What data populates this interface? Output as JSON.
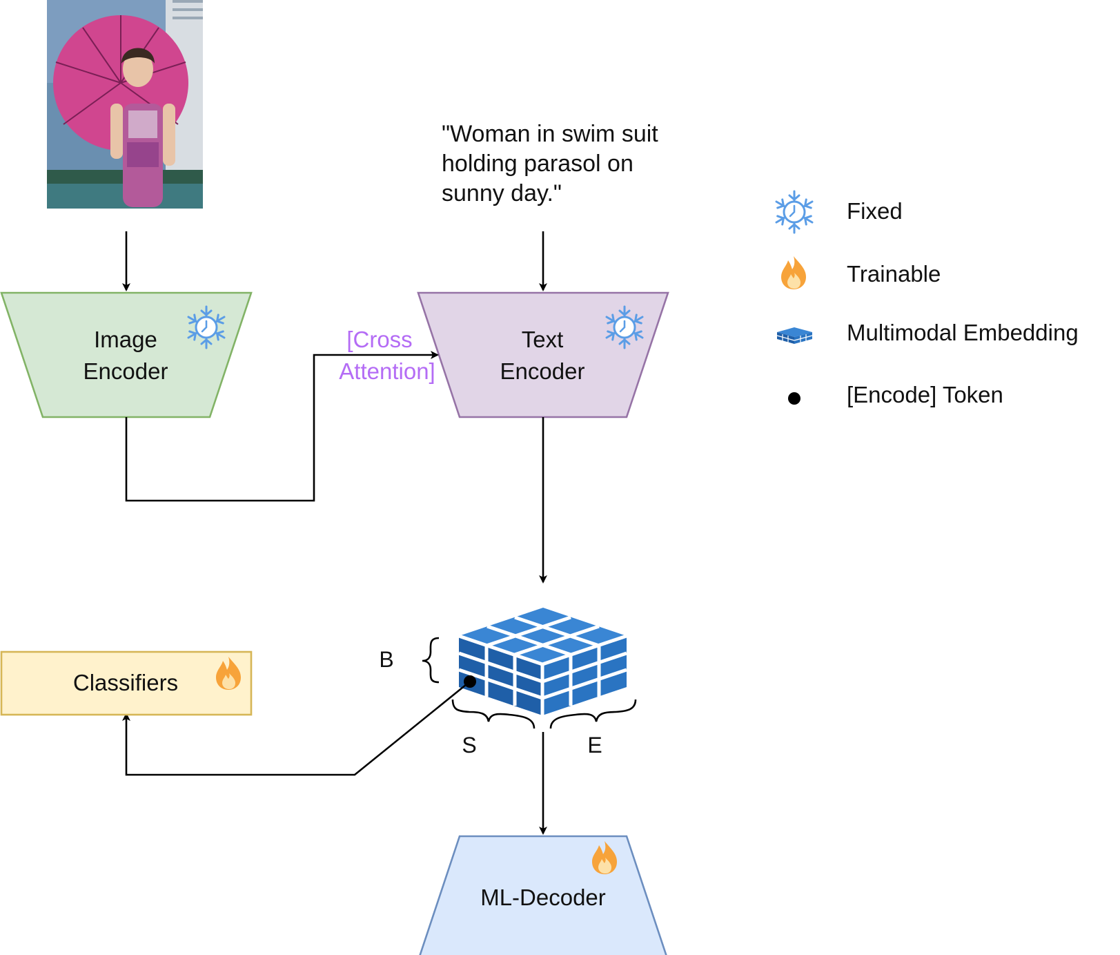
{
  "input_caption": [
    "\"Woman in swim suit",
    "holding parasol on",
    "sunny day.\""
  ],
  "image_encoder": {
    "line1": "Image",
    "line2": "Encoder",
    "icon": "snowflake-clock-icon"
  },
  "text_encoder": {
    "line1": "Text",
    "line2": "Encoder",
    "icon": "snowflake-clock-icon"
  },
  "cross_attention": {
    "line1": "[Cross",
    "line2": "Attention]"
  },
  "classifiers": {
    "label": "Classifiers",
    "icon": "flame-icon"
  },
  "ml_decoder": {
    "label": "ML-Decoder",
    "icon": "flame-icon"
  },
  "embedding_dims": {
    "b": "B",
    "s": "S",
    "e": "E"
  },
  "legend": [
    {
      "icon": "snowflake-clock-icon",
      "label": "Fixed"
    },
    {
      "icon": "flame-icon",
      "label": "Trainable"
    },
    {
      "icon": "cube-grid-icon",
      "label": "Multimodal Embedding"
    },
    {
      "icon": "dot-icon",
      "label": "[Encode] Token"
    }
  ],
  "colors": {
    "image_encoder_fill": "#d5e8d4",
    "image_encoder_stroke": "#82b366",
    "text_encoder_fill": "#e1d5e7",
    "text_encoder_stroke": "#9673a6",
    "classifiers_fill": "#fff2cc",
    "classifiers_stroke": "#d6b656",
    "ml_decoder_fill": "#dae8fc",
    "ml_decoder_stroke": "#6c8ebf",
    "cube_front": "#1f5fa8",
    "cube_side": "#2a74c2",
    "cube_top": "#3a86d4",
    "cross_attention_text": "#b46cf5"
  }
}
